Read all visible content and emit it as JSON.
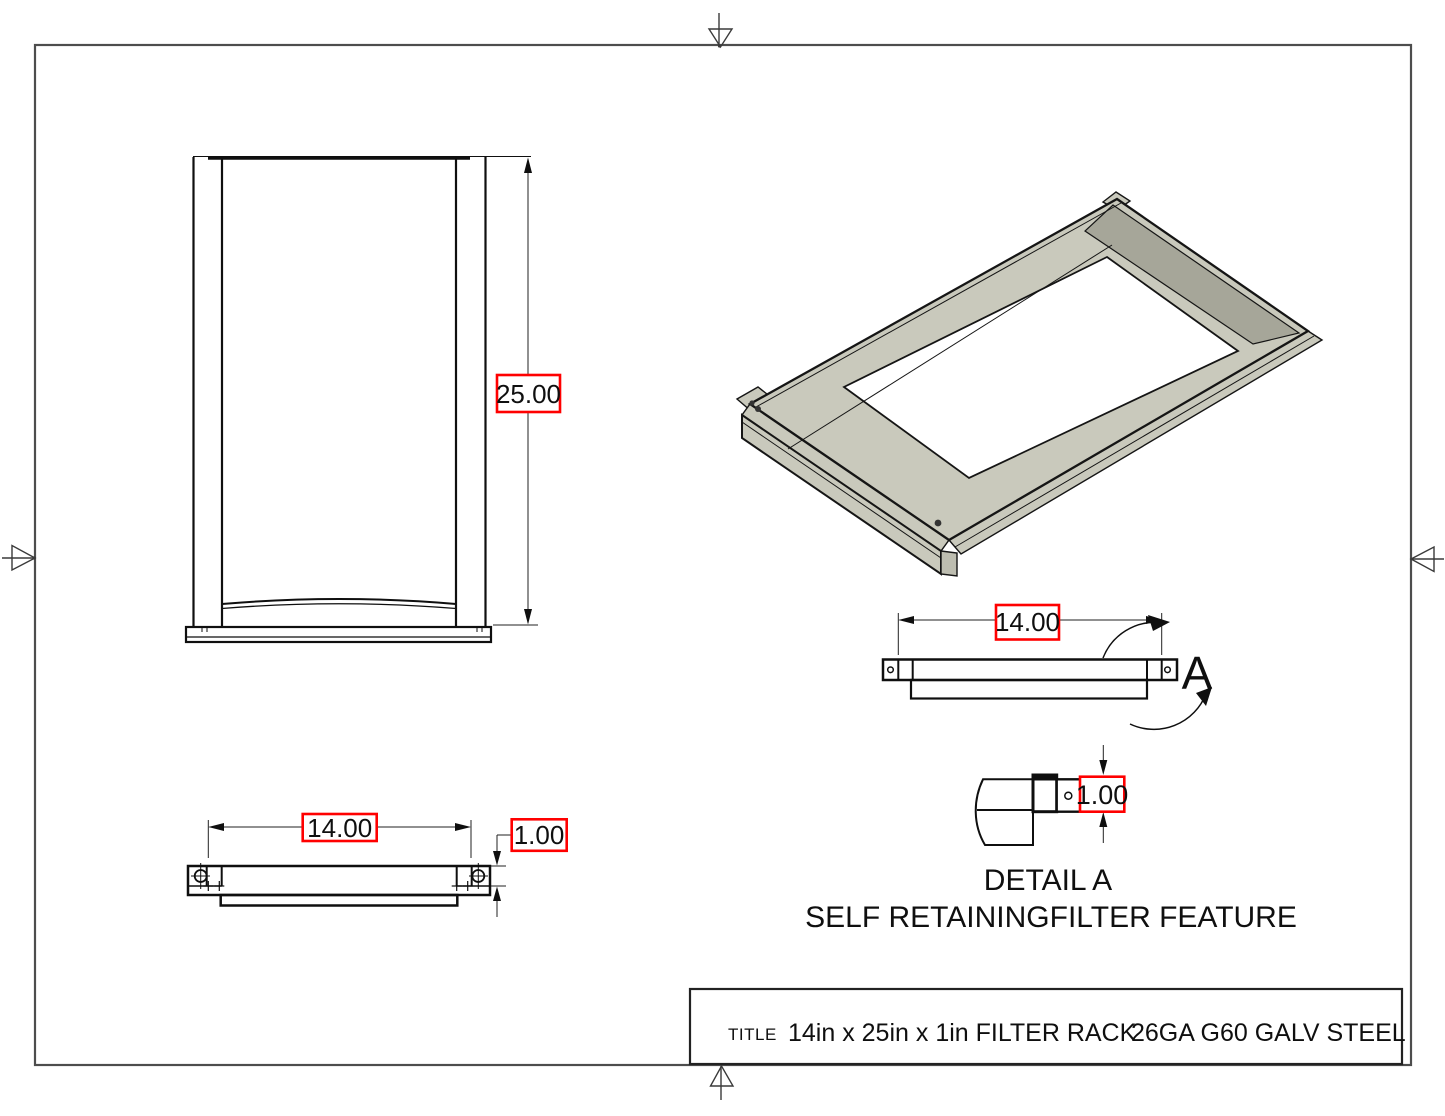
{
  "dimensions": {
    "front_height": "25.00",
    "bottom_width": "14.00",
    "bottom_thickness": "1.00",
    "side_width": "14.00",
    "detail_thickness": "1.00"
  },
  "detail": {
    "callout_letter": "A",
    "title": "DETAIL A",
    "subtitle": "SELF RETAININGFILTER FEATURE"
  },
  "title_block": {
    "label": "TITLE",
    "part_title": "14in x 25in x 1in FILTER RACK",
    "material": "26GA G60 GALV STEEL"
  },
  "colors": {
    "dim_box_stroke": "#ff0000",
    "line": "#0f0f0f",
    "border": "#4d4d4d",
    "metal_light": "#c9c9bc",
    "metal_mid": "#bdbdb0",
    "metal_dark": "#a6a699"
  }
}
